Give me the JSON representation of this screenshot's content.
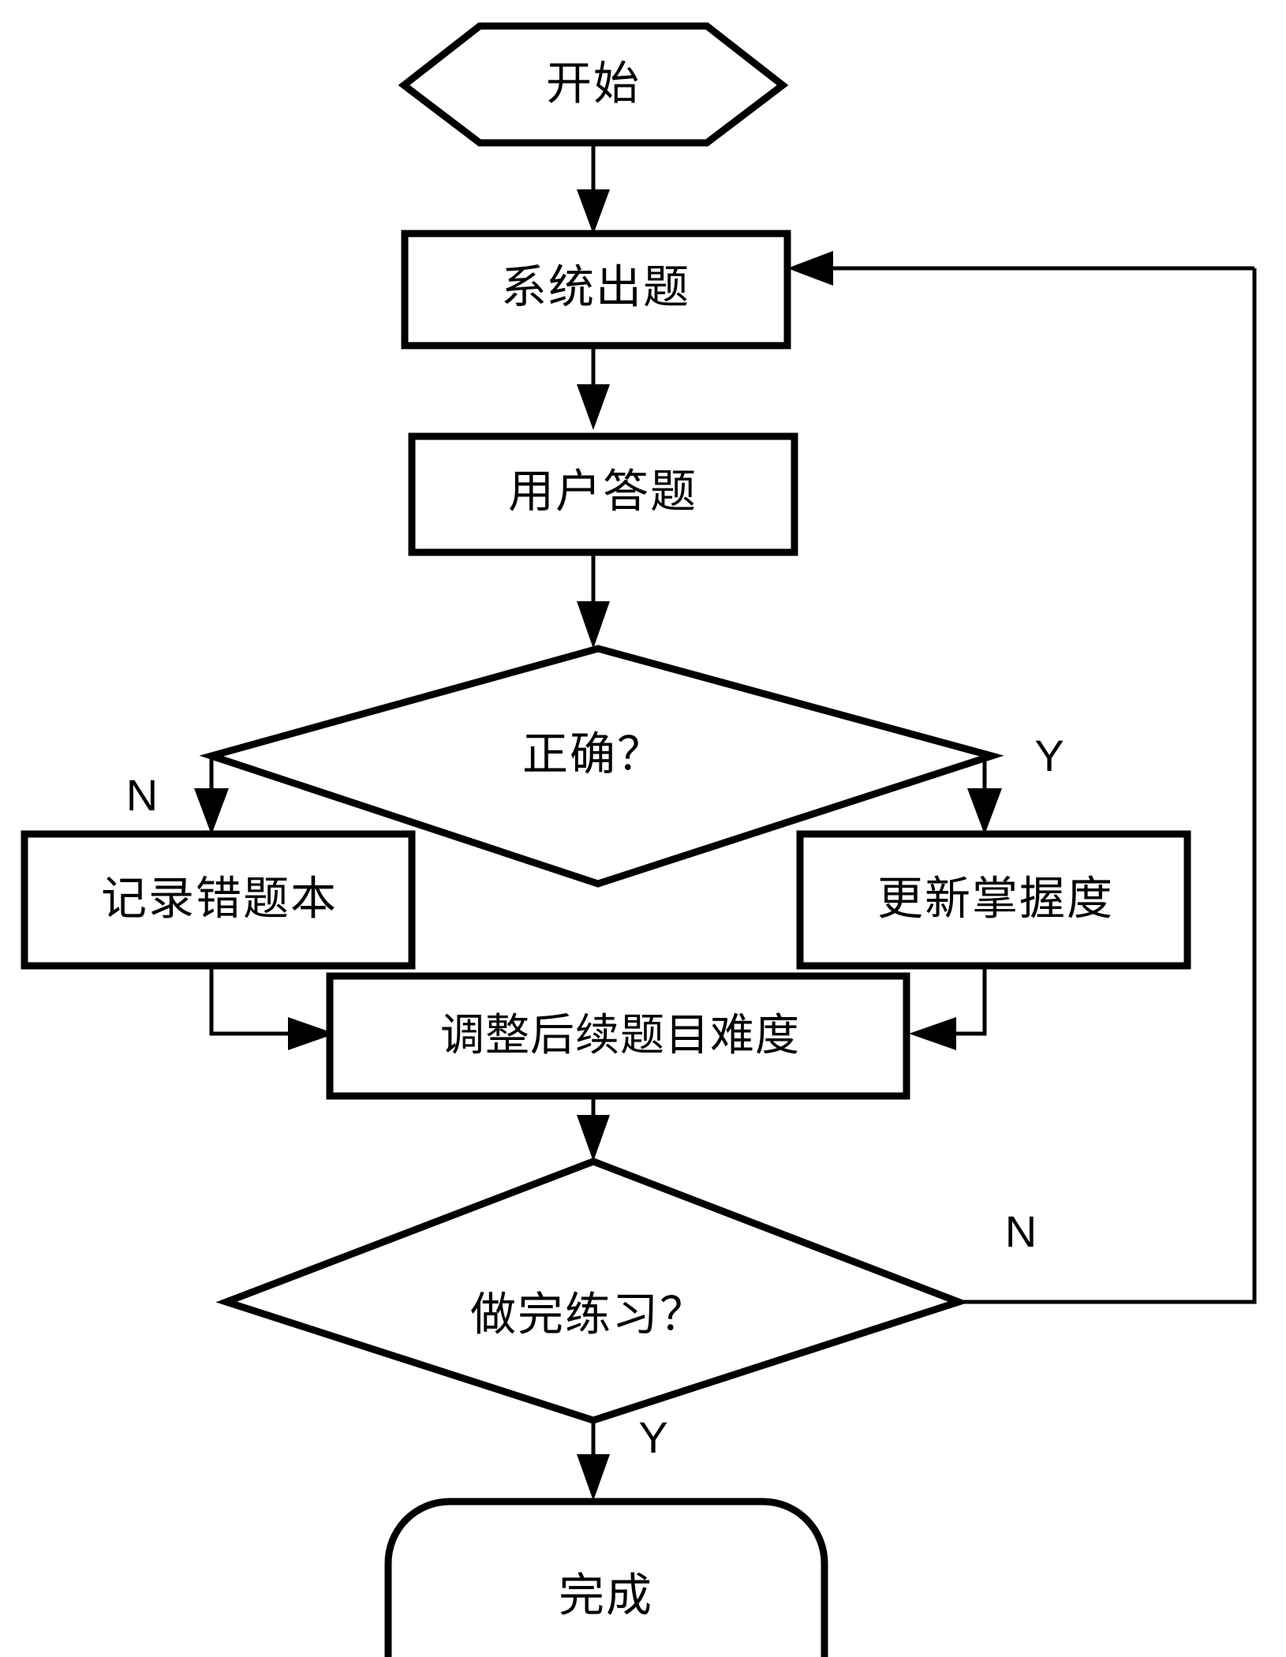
{
  "diagram": {
    "type": "flowchart",
    "orientation": "top-to-bottom",
    "background_color": "#ffffff",
    "line_color": "#000000",
    "title": "",
    "nodes": [
      {
        "id": "start",
        "shape": "hexagon",
        "label": "开始"
      },
      {
        "id": "generate",
        "shape": "rectangle",
        "label": "系统出题"
      },
      {
        "id": "answer",
        "shape": "rectangle",
        "label": "用户答题"
      },
      {
        "id": "correct",
        "shape": "diamond",
        "label": "正确？"
      },
      {
        "id": "wrongbook",
        "shape": "rectangle",
        "label": "记录错题本"
      },
      {
        "id": "mastery",
        "shape": "rectangle",
        "label": "更新掌握度"
      },
      {
        "id": "difficulty",
        "shape": "rectangle",
        "label": "调整后续题目难度"
      },
      {
        "id": "finished",
        "shape": "diamond",
        "label": "做完练习？"
      },
      {
        "id": "done",
        "shape": "rounded-rectangle",
        "label": "完成"
      }
    ],
    "branch_labels": {
      "correct_no": "N",
      "correct_yes": "Y",
      "finished_no": "N",
      "finished_yes": "Y"
    },
    "edges": [
      {
        "from": "start",
        "to": "generate",
        "label": ""
      },
      {
        "from": "generate",
        "to": "answer",
        "label": ""
      },
      {
        "from": "answer",
        "to": "correct",
        "label": ""
      },
      {
        "from": "correct",
        "to": "wrongbook",
        "label": "N"
      },
      {
        "from": "correct",
        "to": "mastery",
        "label": "Y"
      },
      {
        "from": "wrongbook",
        "to": "difficulty",
        "label": ""
      },
      {
        "from": "mastery",
        "to": "difficulty",
        "label": ""
      },
      {
        "from": "difficulty",
        "to": "finished",
        "label": ""
      },
      {
        "from": "finished",
        "to": "generate",
        "label": "N"
      },
      {
        "from": "finished",
        "to": "done",
        "label": "Y"
      }
    ]
  }
}
